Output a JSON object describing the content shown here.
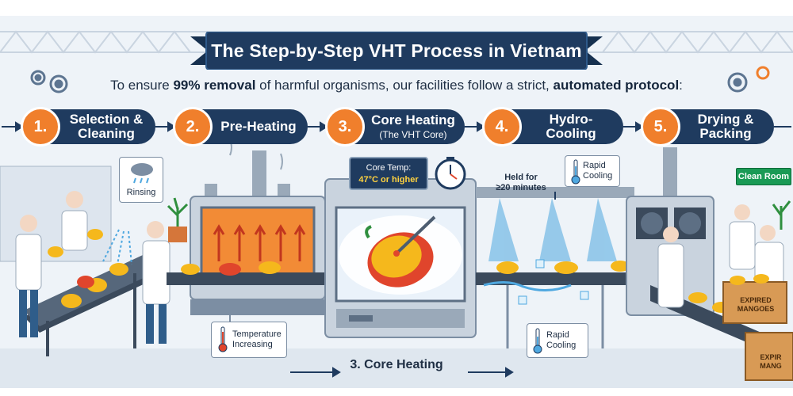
{
  "title": "The Step-by-Step VHT Process in Vietnam",
  "intro": {
    "prefix": "To ensure ",
    "highlight1": "99% removal",
    "middle": " of harmful organisms, our facilities follow a strict, ",
    "highlight2": "automated protocol",
    "suffix": ":"
  },
  "steps": [
    {
      "number": "1.",
      "label": "Selection & Cleaning",
      "line1": "Selection &",
      "line2": "Cleaning",
      "sub": ""
    },
    {
      "number": "2.",
      "label": "Pre-Heating",
      "line1": "Pre-Heating",
      "line2": "",
      "sub": ""
    },
    {
      "number": "3.",
      "label": "Core Heating",
      "line1": "Core Heating",
      "line2": "",
      "sub": "(The VHT Core)"
    },
    {
      "number": "4.",
      "label": "Hydro-Cooling",
      "line1": "Hydro-Cooling",
      "line2": "",
      "sub": ""
    },
    {
      "number": "5.",
      "label": "Drying & Packing",
      "line1": "Drying &",
      "line2": "Packing",
      "sub": ""
    }
  ],
  "callouts": {
    "rinsing": "Rinsing",
    "temp_increasing_1": "Temperature",
    "temp_increasing_2": "Increasing",
    "core_temp_label": "Core Temp:",
    "core_temp_value": "47°C or higher",
    "held_1": "Held for",
    "held_2": "≥20 minutes",
    "rapid_cooling_top_1": "Rapid",
    "rapid_cooling_top_2": "Cooling",
    "rapid_cooling_bottom_1": "Rapid",
    "rapid_cooling_bottom_2": "Cooling",
    "clean_room": "Clean Room",
    "box_1": "EXPIRED",
    "box_2": "MANGOES",
    "box2_1": "EXPIR",
    "box2_2": "MANG"
  },
  "bottom_label": "3. Core Heating",
  "colors": {
    "navy": "#1f3b5f",
    "orange": "#f07f2c",
    "mango": "#f5b81c",
    "steel": "#c9d3de",
    "water": "#4fa8e0",
    "green": "#1a9a55"
  }
}
